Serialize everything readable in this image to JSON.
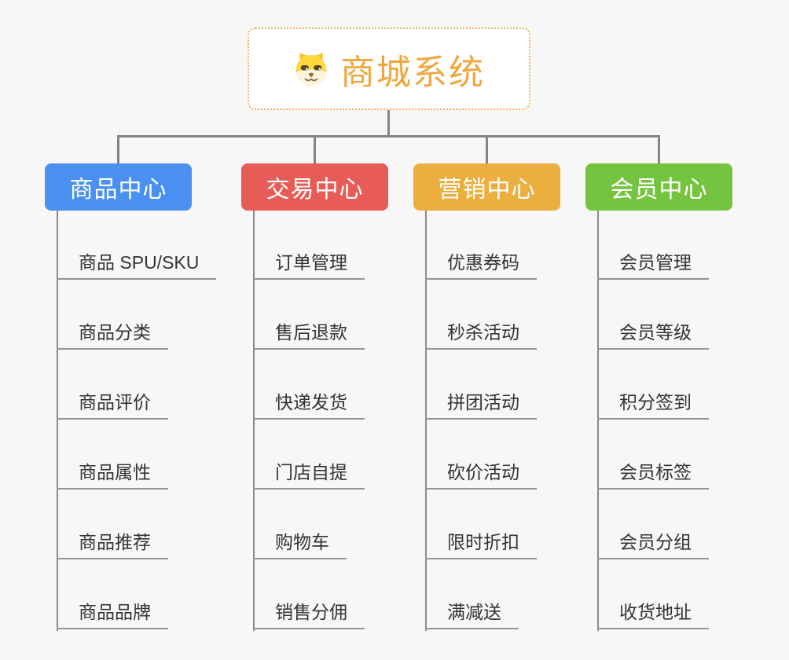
{
  "canvas": {
    "background_color": "#f7f7f7",
    "connector_color": "#848484"
  },
  "root": {
    "title": "商城系统",
    "icon": "dog-face-icon",
    "text_color": "#efa73e",
    "border_color": "#f3b056"
  },
  "branches": [
    {
      "label": "商品中心",
      "color": "#4a90f0",
      "items": [
        "商品 SPU/SKU",
        "商品分类",
        "商品评价",
        "商品属性",
        "商品推荐",
        "商品品牌"
      ]
    },
    {
      "label": "交易中心",
      "color": "#e85c58",
      "items": [
        "订单管理",
        "售后退款",
        "快递发货",
        "门店自提",
        "购物车",
        "销售分佣"
      ]
    },
    {
      "label": "营销中心",
      "color": "#ecae3f",
      "items": [
        "优惠券码",
        "秒杀活动",
        "拼团活动",
        "砍价活动",
        "限时折扣",
        "满减送"
      ]
    },
    {
      "label": "会员中心",
      "color": "#75c43f",
      "items": [
        "会员管理",
        "会员等级",
        "积分签到",
        "会员标签",
        "会员分组",
        "收货地址"
      ]
    }
  ]
}
